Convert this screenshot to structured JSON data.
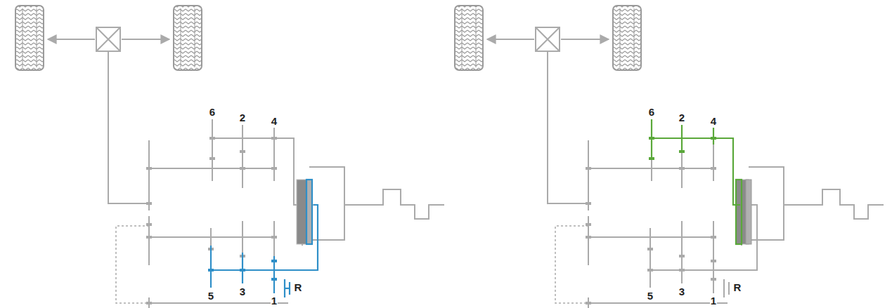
{
  "diagram": {
    "labels": [
      "6",
      "2",
      "4",
      "5",
      "3",
      "1",
      "R",
      "6",
      "2",
      "4",
      "5",
      "3",
      "1",
      "R"
    ]
  }
}
